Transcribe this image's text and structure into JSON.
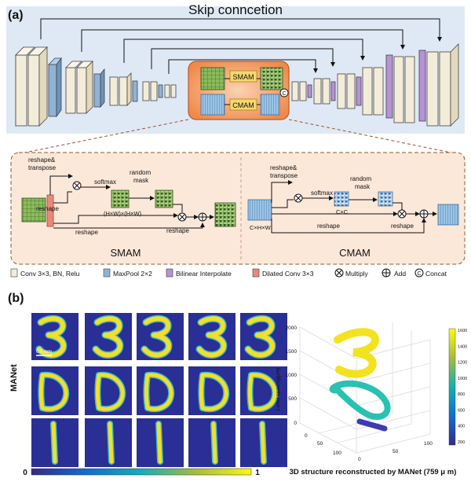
{
  "panel_a": {
    "label": "(a)",
    "skip_title": "Skip conncetion",
    "center_labels": {
      "smam": "SMAM",
      "cmam": "CMAM",
      "concat_symbol": "C"
    },
    "smam_detail": {
      "reshape_transpose": [
        "reshape&",
        "transpose"
      ],
      "reshape_left": "reshape",
      "softmax": "softmax",
      "random_mask": [
        "random",
        "mask"
      ],
      "dims": "(H×W)×(H×W)",
      "reshape_bottom": "reshape",
      "reshape_right": "reshape",
      "title": "SMAM"
    },
    "cmam_detail": {
      "reshape_transpose": [
        "reshape&",
        "transpose"
      ],
      "softmax": "softmax",
      "random_mask": [
        "random",
        "mask"
      ],
      "dims_mid": "C×C",
      "dims_in": "C×H×W",
      "reshape_bottom": "reshape",
      "reshape_right": "reshape",
      "title": "CMAM"
    },
    "legend": [
      {
        "label": "Conv 3×3, BN, Relu",
        "color": "#f3ecd9"
      },
      {
        "label": "MaxPool 2×2",
        "color": "#8fb3d8"
      },
      {
        "label": "Bilinear Interpolate",
        "color": "#b792d8"
      },
      {
        "label": "Dilated Conv 3×3",
        "color": "#e88a7a"
      },
      {
        "label": "Multiply",
        "icon": "multiply-icon"
      },
      {
        "label": "Add",
        "icon": "add-icon"
      },
      {
        "label": "Concat",
        "icon": "concat-icon"
      }
    ]
  },
  "panel_b": {
    "label": "(b)",
    "row_label": "MANet",
    "scale_bar": "0.5 mm",
    "rows": [
      "3",
      "D",
      "1"
    ],
    "colorbar_min": "0",
    "colorbar_max": "1",
    "plot3d": {
      "zlabel": "Letter spacing(μm)",
      "z_ticks": [
        "2000",
        "1500",
        "1000",
        "500",
        "0"
      ],
      "x_ticks": [
        "0",
        "50",
        "100"
      ],
      "y_ticks": [
        "0",
        "50",
        "100"
      ],
      "colorbar_ticks": [
        "1600",
        "1400",
        "1200",
        "1000",
        "800",
        "600",
        "400",
        "200"
      ],
      "caption": "3D structure reconstructed by MANet (759 μ m)"
    }
  }
}
